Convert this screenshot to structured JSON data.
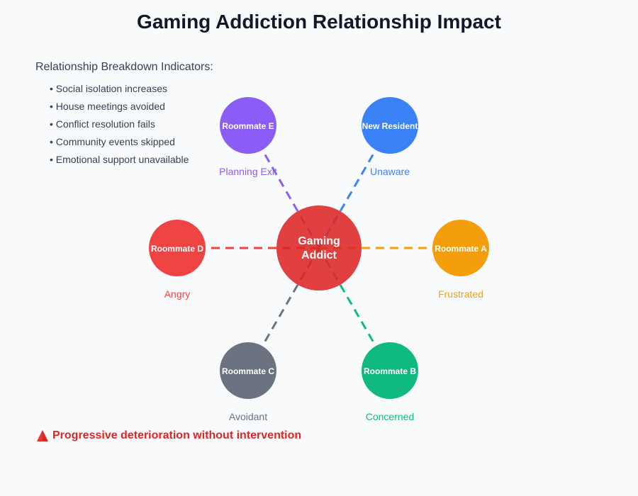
{
  "title": "Gaming Addiction Relationship Impact",
  "indicators": {
    "heading": "Relationship Breakdown Indicators:",
    "items": [
      "Social isolation increases",
      "House meetings avoided",
      "Conflict resolution fails",
      "Community events skipped",
      "Emotional support unavailable"
    ]
  },
  "center": {
    "label_line1": "Gaming",
    "label_line2": "Addict",
    "color": "#dc2626"
  },
  "nodes": [
    {
      "label": "Roommate A",
      "status": "Frustrated",
      "color": "#f59e0b"
    },
    {
      "label": "Roommate B",
      "status": "Concerned",
      "color": "#10b981"
    },
    {
      "label": "Roommate C",
      "status": "Avoidant",
      "color": "#6b7280"
    },
    {
      "label": "Roommate D",
      "status": "Angry",
      "color": "#ef4444"
    },
    {
      "label": "Roommate E",
      "status": "Planning Exit",
      "color": "#8b5cf6"
    },
    {
      "label": "New Resident",
      "status": "Unaware",
      "color": "#3b82f6"
    }
  ],
  "warning": {
    "icon": "warning-icon",
    "text": "Progressive deterioration without intervention",
    "color": "#dc2626"
  }
}
